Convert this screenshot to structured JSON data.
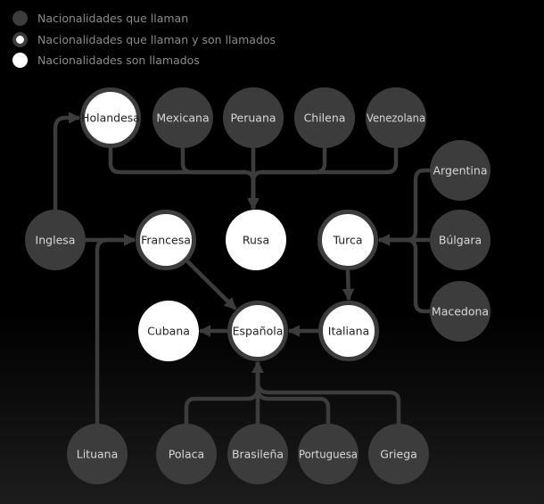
{
  "colors": {
    "background": "#000000",
    "caller_fill": "#3c3c3c",
    "both_fill": "#ffffff",
    "both_ring": "#3c3c3c",
    "called_fill": "#ffffff",
    "edge": "#3c3c3c",
    "text_on_dark": "#d8d8d8",
    "text_on_light": "#222222",
    "legend_text": "#8a8a8a"
  },
  "legend": [
    {
      "kind": "caller",
      "label": "Nacionalidades que llaman"
    },
    {
      "kind": "both",
      "label": "Nacionalidades que llaman y son llamados"
    },
    {
      "kind": "called",
      "label": "Nacionalidades son llamados"
    }
  ],
  "nodes": [
    {
      "id": "holandesa",
      "label": "Holandesa",
      "kind": "both"
    },
    {
      "id": "mexicana",
      "label": "Mexicana",
      "kind": "caller"
    },
    {
      "id": "peruana",
      "label": "Peruana",
      "kind": "caller"
    },
    {
      "id": "chilena",
      "label": "Chilena",
      "kind": "caller"
    },
    {
      "id": "venezolana",
      "label": "Venezolana",
      "kind": "caller"
    },
    {
      "id": "argentina",
      "label": "Argentina",
      "kind": "caller"
    },
    {
      "id": "inglesa",
      "label": "Inglesa",
      "kind": "caller"
    },
    {
      "id": "francesa",
      "label": "Francesa",
      "kind": "both"
    },
    {
      "id": "rusa",
      "label": "Rusa",
      "kind": "called"
    },
    {
      "id": "turca",
      "label": "Turca",
      "kind": "both"
    },
    {
      "id": "bulgara",
      "label": "Búlgara",
      "kind": "caller"
    },
    {
      "id": "macedona",
      "label": "Macedona",
      "kind": "caller"
    },
    {
      "id": "cubana",
      "label": "Cubana",
      "kind": "called"
    },
    {
      "id": "espanola",
      "label": "Española",
      "kind": "both"
    },
    {
      "id": "italiana",
      "label": "Italiana",
      "kind": "both"
    },
    {
      "id": "lituana",
      "label": "Lituana",
      "kind": "caller"
    },
    {
      "id": "polaca",
      "label": "Polaca",
      "kind": "caller"
    },
    {
      "id": "brasilena",
      "label": "Brasileña",
      "kind": "caller"
    },
    {
      "id": "portuguesa",
      "label": "Portuguesa",
      "kind": "caller"
    },
    {
      "id": "griega",
      "label": "Griega",
      "kind": "caller"
    }
  ],
  "edges": [
    {
      "from": "inglesa",
      "to": "holandesa"
    },
    {
      "from": "inglesa",
      "to": "francesa"
    },
    {
      "from": "lituana",
      "to": "francesa"
    },
    {
      "from": "holandesa",
      "to": "rusa"
    },
    {
      "from": "mexicana",
      "to": "rusa"
    },
    {
      "from": "peruana",
      "to": "rusa"
    },
    {
      "from": "chilena",
      "to": "rusa"
    },
    {
      "from": "venezolana",
      "to": "rusa"
    },
    {
      "from": "argentina",
      "to": "turca"
    },
    {
      "from": "bulgara",
      "to": "turca"
    },
    {
      "from": "macedona",
      "to": "turca"
    },
    {
      "from": "turca",
      "to": "italiana"
    },
    {
      "from": "italiana",
      "to": "espanola"
    },
    {
      "from": "francesa",
      "to": "espanola"
    },
    {
      "from": "espanola",
      "to": "cubana"
    },
    {
      "from": "polaca",
      "to": "espanola"
    },
    {
      "from": "brasilena",
      "to": "espanola"
    },
    {
      "from": "portuguesa",
      "to": "espanola"
    },
    {
      "from": "griega",
      "to": "espanola"
    }
  ]
}
